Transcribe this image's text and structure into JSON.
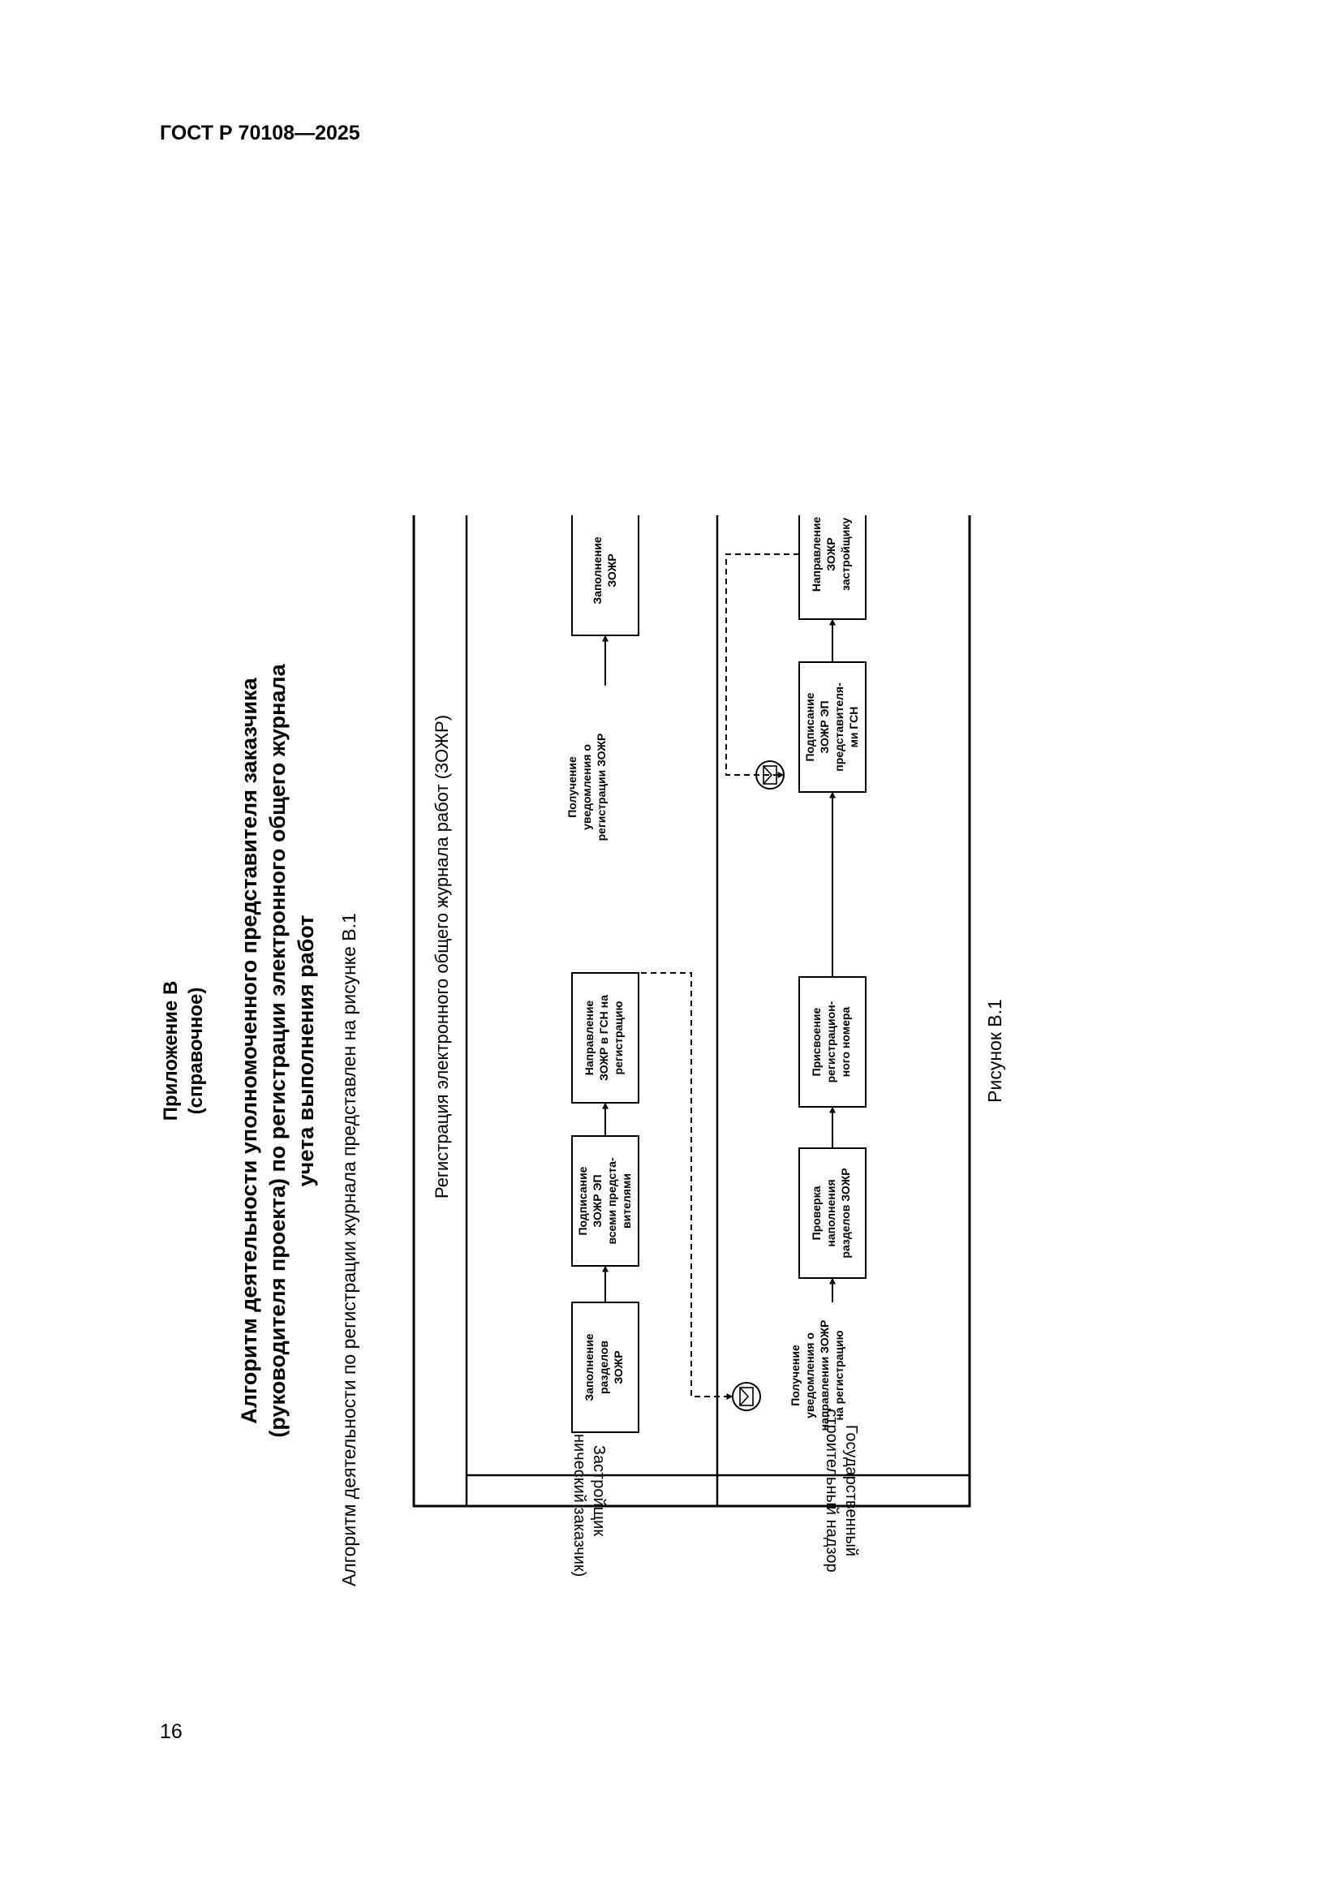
{
  "header": {
    "doc_id": "ГОСТ Р 70108—2025"
  },
  "page_number": "16",
  "appendix": {
    "label": "Приложение В",
    "kind": "(справочное)",
    "title_lines": [
      "Алгоритм деятельности уполномоченного представителя заказчика",
      "(руководителя проекта) по регистрации электронного общего журнала",
      "учета выполнения работ"
    ]
  },
  "intro_text": "Алгоритм деятельности по регистрации журнала представлен на рисунке В.1",
  "figure": {
    "caption": "Рисунок В.1",
    "pool_title": "Регистрация электронного общего журнала работ (ЗОЖР)",
    "lanes": [
      {
        "lines": [
          "Застройщик",
          "(технический заказчик)"
        ]
      },
      {
        "lines": [
          "Государственный",
          "строительный надзор"
        ]
      }
    ],
    "tasks": [
      {
        "lines": [
          "Заполнение",
          "разделов",
          "ЗОЖР"
        ]
      },
      {
        "lines": [
          "Подписание",
          "ЗОЖР ЭП",
          "всеми предста-",
          "вителями"
        ]
      },
      {
        "lines": [
          "Направление",
          "ЗОЖР в ГСН на",
          "регистрацию"
        ]
      },
      {
        "lines": [
          "Заполнение",
          "ЗОЖР"
        ]
      },
      {
        "lines": [
          "Проверка",
          "наполнения",
          "разделов ЗОЖР"
        ]
      },
      {
        "lines": [
          "Присвоение",
          "регистрацион-",
          "ного номера"
        ]
      },
      {
        "lines": [
          "Подписание",
          "ЗОЖР ЭП",
          "представителя-",
          "ми ГСН"
        ]
      },
      {
        "lines": [
          "Направление",
          "ЗОЖР",
          "застройщику"
        ]
      }
    ],
    "events": [
      {
        "lines": [
          "Получение",
          "уведомления о",
          "регистрации ЗОЖР"
        ]
      },
      {
        "lines": [
          "Получение",
          "уведомления о",
          "направлении ЗОЖР",
          "на регистрацию"
        ]
      }
    ],
    "icons": [
      "envelope-icon"
    ]
  }
}
